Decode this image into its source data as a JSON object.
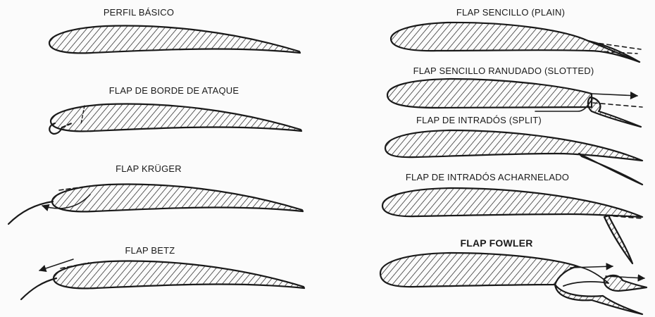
{
  "left_column": [
    {
      "label": "PERFIL BÁSICO",
      "icon": "airfoil-basic-icon"
    },
    {
      "label": "FLAP DE BORDE DE ATAQUE",
      "icon": "leading-edge-flap-icon"
    },
    {
      "label": "FLAP KRÜGER",
      "icon": "kruger-flap-icon"
    },
    {
      "label": "FLAP BETZ",
      "icon": "betz-flap-icon"
    }
  ],
  "right_column": [
    {
      "label": "FLAP SENCILLO (PLAIN)",
      "icon": "plain-flap-icon"
    },
    {
      "label": "FLAP SENCILLO RANUDADO (SLOTTED)",
      "icon": "slotted-flap-icon"
    },
    {
      "label": "FLAP DE INTRADÓS (SPLIT)",
      "icon": "split-flap-icon"
    },
    {
      "label": "FLAP DE INTRADÓS ACHARNELADO",
      "icon": "hinged-split-flap-icon"
    },
    {
      "label": "FLAP FOWLER",
      "icon": "fowler-flap-icon"
    }
  ],
  "colors": {
    "ink": "#1a1a1a",
    "paper": "#fbfbfb"
  }
}
